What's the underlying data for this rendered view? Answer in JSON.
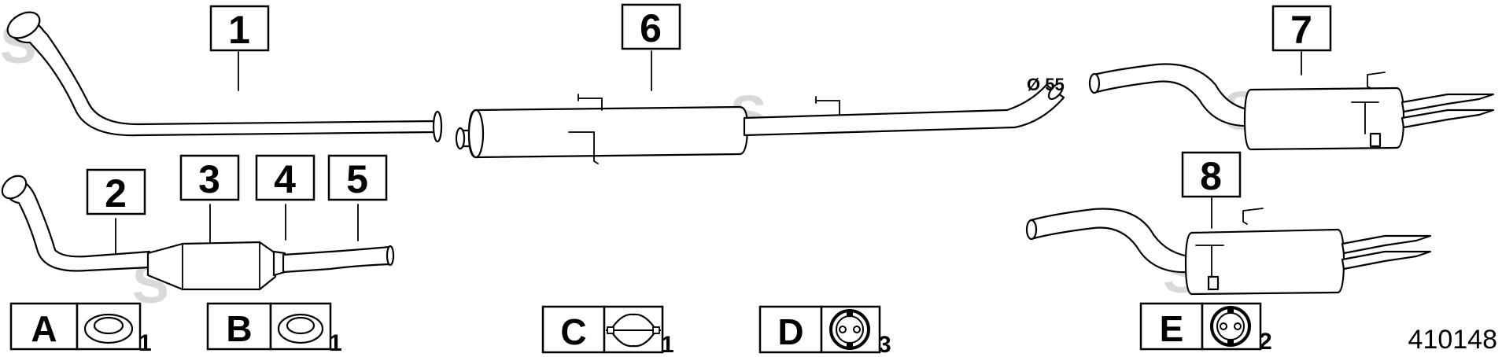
{
  "parts": [
    {
      "id": "1",
      "label": "1"
    },
    {
      "id": "2",
      "label": "2"
    },
    {
      "id": "3",
      "label": "3"
    },
    {
      "id": "4",
      "label": "4"
    },
    {
      "id": "5",
      "label": "5"
    },
    {
      "id": "6",
      "label": "6"
    },
    {
      "id": "7",
      "label": "7"
    },
    {
      "id": "8",
      "label": "8"
    }
  ],
  "fittings": [
    {
      "id": "A",
      "label": "A",
      "qty": "1",
      "icon": "gasket-ring-icon"
    },
    {
      "id": "B",
      "label": "B",
      "qty": "1",
      "icon": "gasket-ring-icon"
    },
    {
      "id": "C",
      "label": "C",
      "qty": "1",
      "icon": "pipe-clamp-icon"
    },
    {
      "id": "D",
      "label": "D",
      "qty": "3",
      "icon": "rubber-mount-icon"
    },
    {
      "id": "E",
      "label": "E",
      "qty": "2",
      "icon": "rubber-mount-icon"
    }
  ],
  "annotations": {
    "pipe_diameter": "Ø 55"
  },
  "diagram_number": "410148"
}
